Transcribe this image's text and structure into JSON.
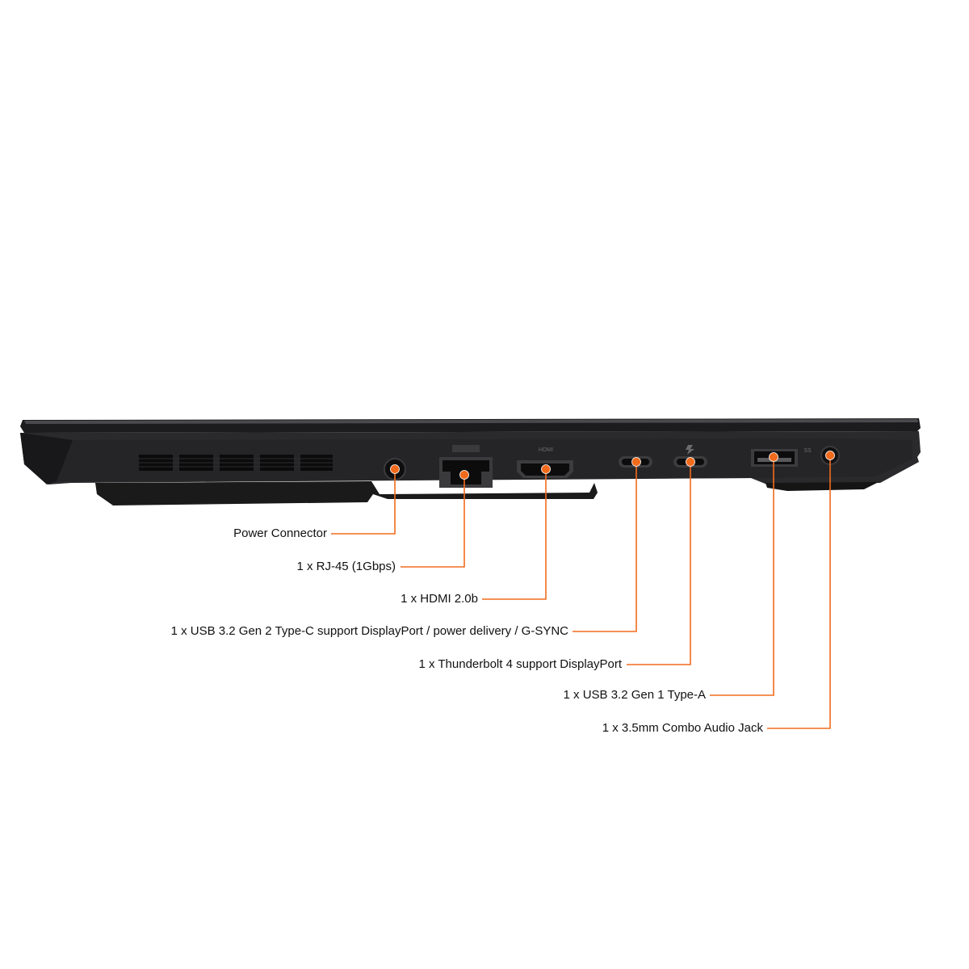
{
  "colors": {
    "accent": "#f26b1d",
    "laptop_body": "#2b2b2d",
    "laptop_dark": "#141415",
    "label_text": "#111111",
    "background": "#ffffff"
  },
  "ports": [
    {
      "id": "power",
      "label": "Power Connector",
      "icon": "dc-jack-icon"
    },
    {
      "id": "rj45",
      "label": "1 x RJ-45 (1Gbps)",
      "icon": "ethernet-port-icon"
    },
    {
      "id": "hdmi",
      "label": "1 x HDMI 2.0b",
      "icon": "hdmi-port-icon"
    },
    {
      "id": "usbc",
      "label": "1 x USB 3.2 Gen 2 Type-C support DisplayPort / power delivery / G-SYNC",
      "icon": "usb-c-port-icon"
    },
    {
      "id": "tb4",
      "label": "1 x Thunderbolt 4 support DisplayPort",
      "icon": "thunderbolt-port-icon"
    },
    {
      "id": "usba",
      "label": "1 x USB 3.2 Gen 1 Type-A",
      "icon": "usb-a-port-icon"
    },
    {
      "id": "audio",
      "label": "1 x 3.5mm Combo Audio Jack",
      "icon": "audio-jack-icon"
    }
  ],
  "port_markings": {
    "hdmi": "HDMI",
    "usba": "SS"
  }
}
